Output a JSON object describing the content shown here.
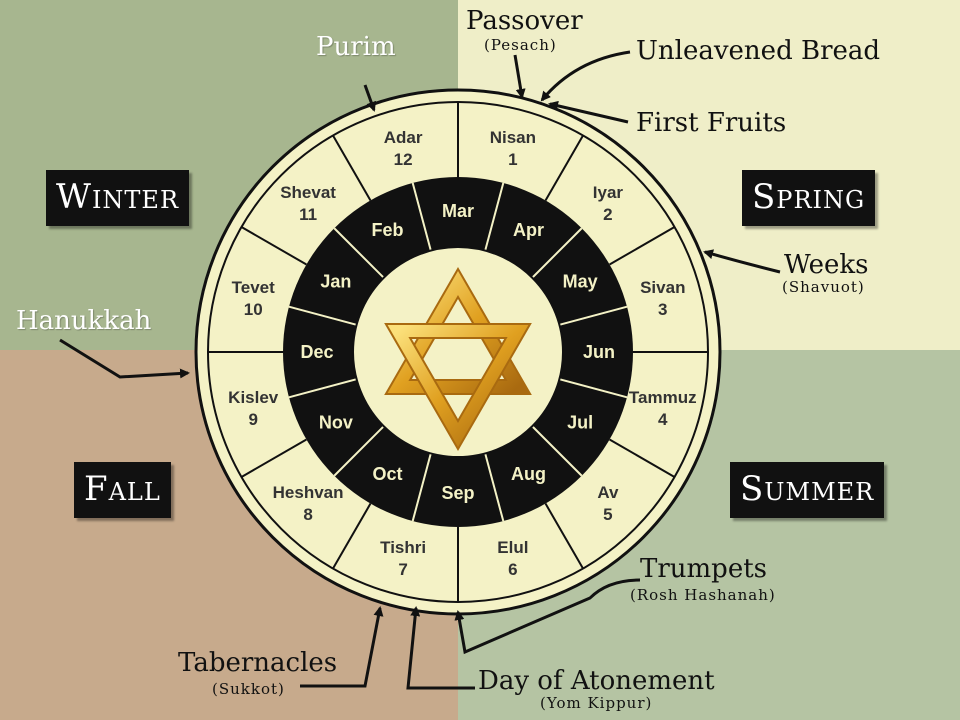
{
  "seasons": {
    "winter": "Winter",
    "spring": "Spring",
    "fall": "Fall",
    "summer": "Summer"
  },
  "hebrew_months": [
    {
      "name": "Nisan",
      "number": "1"
    },
    {
      "name": "Iyar",
      "number": "2"
    },
    {
      "name": "Sivan",
      "number": "3"
    },
    {
      "name": "Tammuz",
      "number": "4"
    },
    {
      "name": "Av",
      "number": "5"
    },
    {
      "name": "Elul",
      "number": "6"
    },
    {
      "name": "Tishri",
      "number": "7"
    },
    {
      "name": "Heshvan",
      "number": "8"
    },
    {
      "name": "Kislev",
      "number": "9"
    },
    {
      "name": "Tevet",
      "number": "10"
    },
    {
      "name": "Shevat",
      "number": "11"
    },
    {
      "name": "Adar",
      "number": "12"
    }
  ],
  "civil_months": [
    "Mar",
    "Apr",
    "May",
    "Jun",
    "Jul",
    "Aug",
    "Sep",
    "Oct",
    "Nov",
    "Dec",
    "Jan",
    "Feb"
  ],
  "feasts": {
    "passover": {
      "name": "Passover",
      "alt": "(Pesach)"
    },
    "unleavened_bread": {
      "name": "Unleavened Bread"
    },
    "first_fruits": {
      "name": "First Fruits"
    },
    "weeks": {
      "name": "Weeks",
      "alt": "(Shavuot)"
    },
    "purim": {
      "name": "Purim"
    },
    "hanukkah": {
      "name": "Hanukkah"
    },
    "trumpets": {
      "name": "Trumpets",
      "alt": "(Rosh Hashanah)"
    },
    "tabernacles": {
      "name": "Tabernacles",
      "alt": "(Sukkot)"
    },
    "atonement": {
      "name": "Day of Atonement",
      "alt": "(Yom Kippur)"
    }
  },
  "colors": {
    "wheel_outer": "#f4f2c6",
    "wheel_ring": "#111111",
    "star_gold": "#e0a020",
    "winter_bg": "#a7b68f",
    "spring_bg": "#efeec8",
    "fall_bg": "#c7aa8c",
    "summer_bg": "#b5c4a3"
  },
  "icons": {
    "center": "star-of-david-icon"
  }
}
